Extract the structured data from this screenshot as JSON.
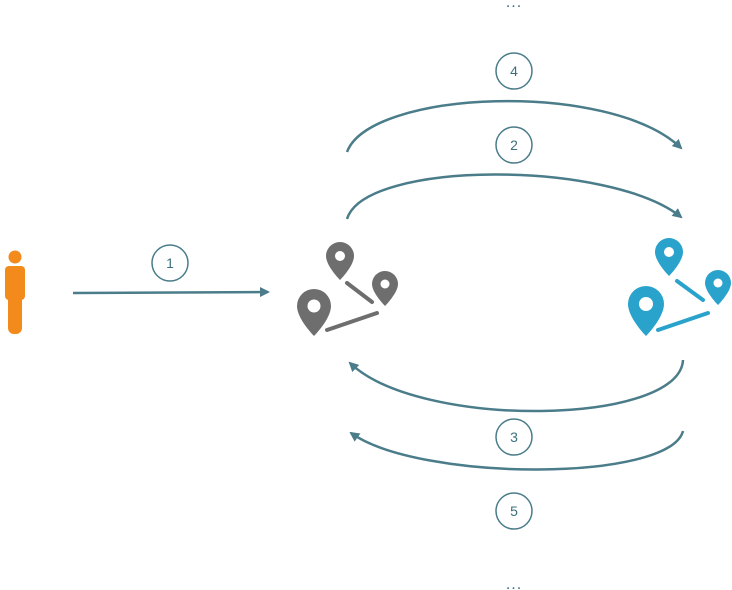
{
  "steps": [
    {
      "id": "1",
      "label": "1"
    },
    {
      "id": "2",
      "label": "2"
    },
    {
      "id": "3",
      "label": "3"
    },
    {
      "id": "4",
      "label": "4"
    },
    {
      "id": "5",
      "label": "5"
    }
  ],
  "continuation_top": "...",
  "continuation_bottom": "...",
  "colors": {
    "arrow": "#4a7c89",
    "user": "#f28a1c",
    "client_map": "#6e6e6e",
    "server_map": "#2aa3cc"
  },
  "icons": {
    "user": "person-icon",
    "client": "map-route-icon-gray",
    "server": "map-route-icon-blue"
  }
}
